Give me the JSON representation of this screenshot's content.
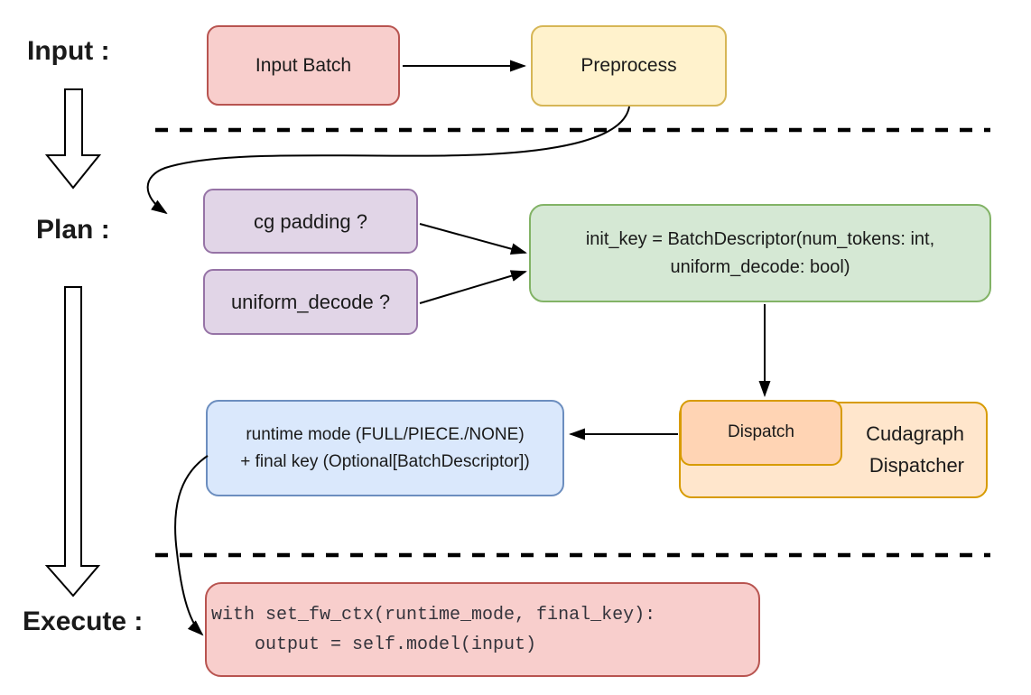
{
  "colors": {
    "red_fill": "#f8cecc",
    "red_stroke": "#b85450",
    "yellow_fill": "#fff2cc",
    "yellow_stroke": "#d6b656",
    "purple_fill": "#e1d5e7",
    "purple_stroke": "#9673a6",
    "green_fill": "#d5e8d4",
    "green_stroke": "#82b366",
    "blue_fill": "#dae8fc",
    "blue_stroke": "#6c8ebf",
    "orange_light_fill": "#ffe6cc",
    "orange_stroke": "#d79b00",
    "peach_fill": "#ffd4b4",
    "line_color": "#000000",
    "text_color": "#1a1a1a",
    "code_text_color": "#33333b"
  },
  "section_labels": {
    "input": "Input :",
    "plan": "Plan :",
    "execute": "Execute :"
  },
  "nodes": {
    "input_batch": {
      "label": "Input Batch"
    },
    "preprocess": {
      "label": "Preprocess"
    },
    "cg_padding": {
      "label": "cg padding ?"
    },
    "uniform_decode": {
      "label": "uniform_decode ?"
    },
    "init_key": {
      "line1": "init_key = BatchDescriptor(num_tokens: int,",
      "line2": "uniform_decode: bool)"
    },
    "runtime_mode": {
      "line1": "runtime mode (FULL/PIECE./NONE)",
      "line2": "+ final key (Optional[BatchDescriptor])"
    },
    "dispatch": {
      "label": "Dispatch"
    },
    "cudagraph_dispatcher": {
      "line1": "Cudagraph",
      "line2": "Dispatcher"
    },
    "execute_code": {
      "line1": "with set_fw_ctx(runtime_mode, final_key):",
      "line2": "    output = self.model(input)"
    }
  }
}
